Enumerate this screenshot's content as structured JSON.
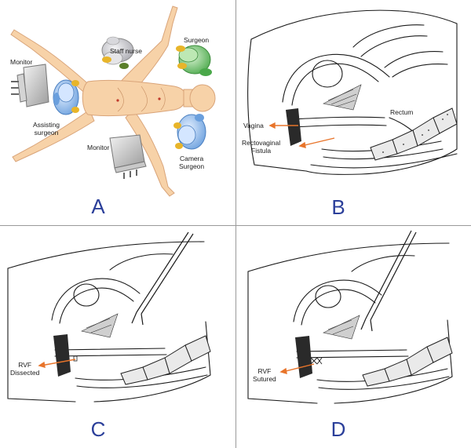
{
  "panels": {
    "a": {
      "letter": "A",
      "labels": {
        "monitor_left": "Monitor",
        "staff_nurse": "Staff nurse",
        "surgeon": "Surgeon",
        "assisting_surgeon": "Assisting\nsurgeon",
        "monitor_bottom": "Monitor",
        "camera_surgeon": "Camera\nSurgeon"
      }
    },
    "b": {
      "letter": "B",
      "labels": {
        "vagina": "Vagina",
        "rectum": "Rectum",
        "rectovaginal_fistula": "Rectovaginal\nFistula"
      }
    },
    "c": {
      "letter": "C",
      "labels": {
        "rvf_dissected": "RVF\nDissected"
      }
    },
    "d": {
      "letter": "D",
      "labels": {
        "rvf_sutured": "RVF\nSutured"
      }
    }
  },
  "colors": {
    "letter": "#2b3f9a",
    "arrow": "#e8742a",
    "skin": "#f7d2a8",
    "surgeon_green": "#5fbf5f",
    "surgeon_blue": "#7fb0e8",
    "nurse_gray": "#c8c8cc",
    "accent_yellow": "#e8b52a",
    "divider": "#9a9a9a"
  }
}
